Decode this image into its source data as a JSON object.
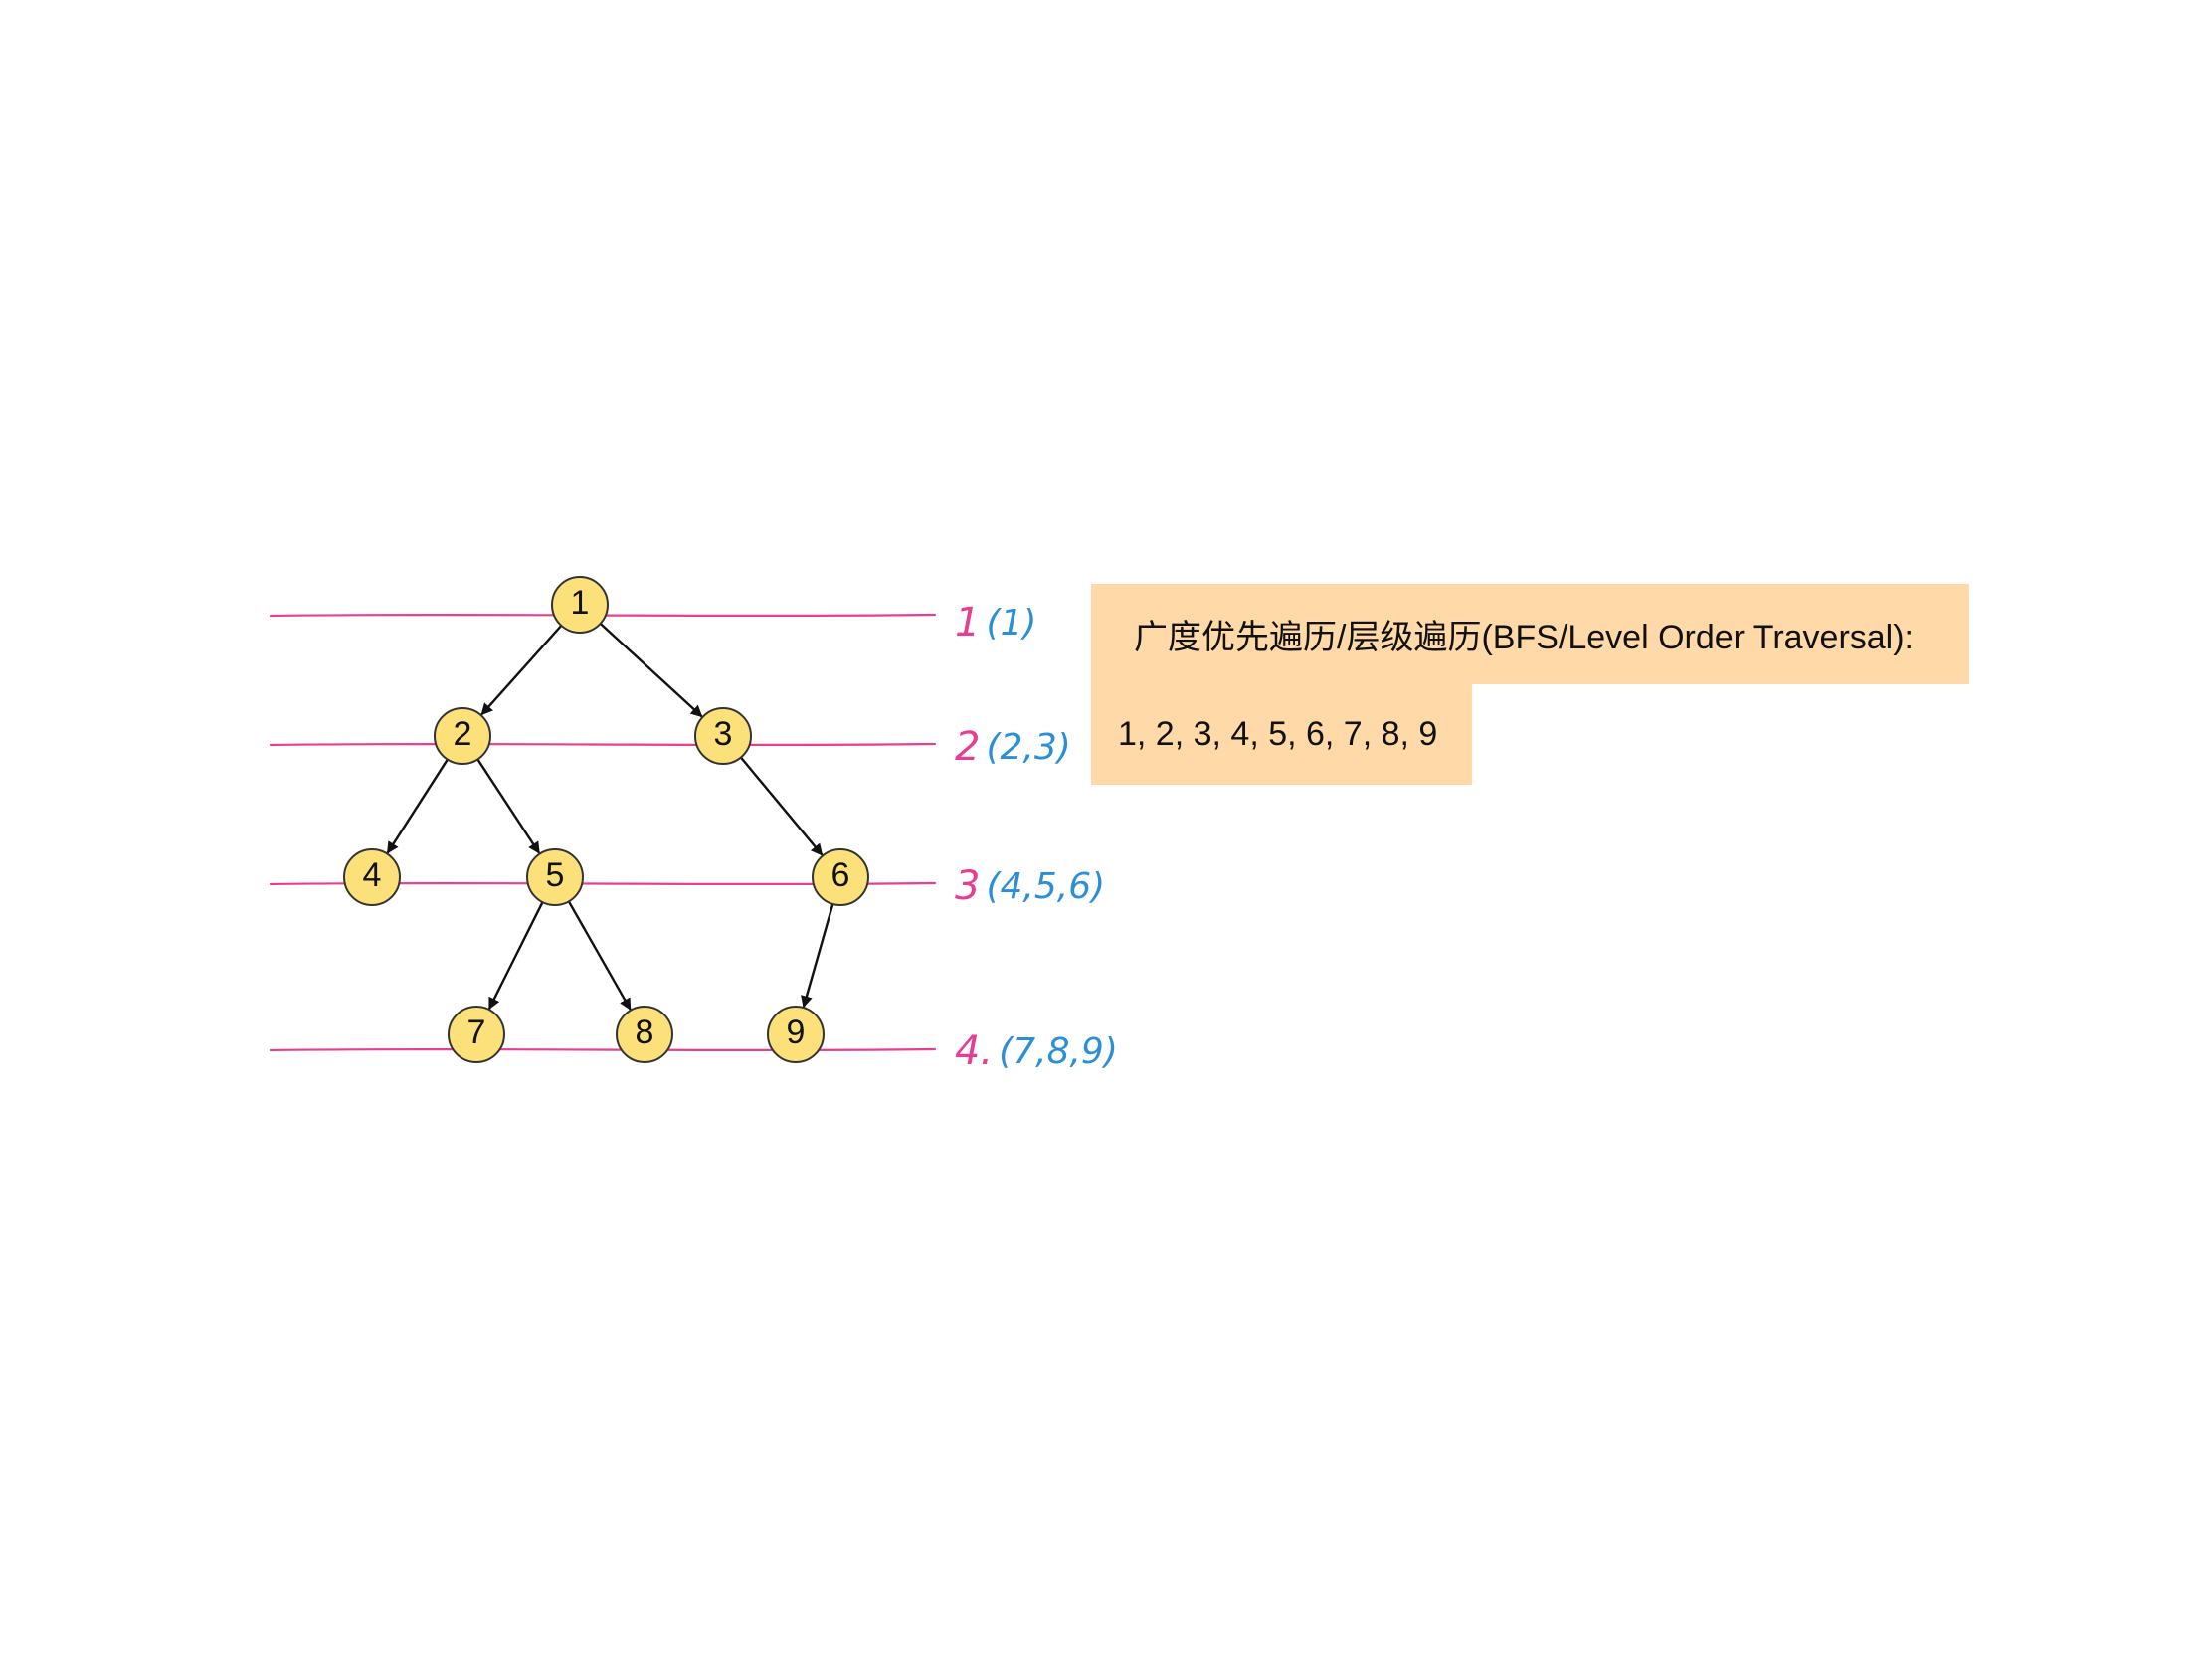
{
  "colors": {
    "node_fill": "#fce07a",
    "node_stroke": "#333333",
    "level_line": "#e63e93",
    "level_number": "#e63e93",
    "level_nodes": "#2b8fd8",
    "box_fill": "#ffd9a8",
    "edge": "#111111"
  },
  "tree": {
    "nodes": [
      {
        "id": "1",
        "label": "1"
      },
      {
        "id": "2",
        "label": "2"
      },
      {
        "id": "3",
        "label": "3"
      },
      {
        "id": "4",
        "label": "4"
      },
      {
        "id": "5",
        "label": "5"
      },
      {
        "id": "6",
        "label": "6"
      },
      {
        "id": "7",
        "label": "7"
      },
      {
        "id": "8",
        "label": "8"
      },
      {
        "id": "9",
        "label": "9"
      }
    ],
    "edges": [
      {
        "from": "1",
        "to": "2"
      },
      {
        "from": "1",
        "to": "3"
      },
      {
        "from": "2",
        "to": "4"
      },
      {
        "from": "2",
        "to": "5"
      },
      {
        "from": "3",
        "to": "6"
      },
      {
        "from": "5",
        "to": "7"
      },
      {
        "from": "5",
        "to": "8"
      },
      {
        "from": "6",
        "to": "9"
      }
    ]
  },
  "levels": [
    {
      "number": "1",
      "nodes": "(1)"
    },
    {
      "number": "2",
      "nodes": "(2,3)"
    },
    {
      "number": "3",
      "nodes": "(4,5,6)"
    },
    {
      "number": "4.",
      "nodes": "(7,8,9)"
    }
  ],
  "traversal": {
    "title": "广度优先遍历/层级遍历(BFS/Level Order Traversal):",
    "result": "1, 2, 3, 4, 5, 6, 7, 8, 9"
  }
}
